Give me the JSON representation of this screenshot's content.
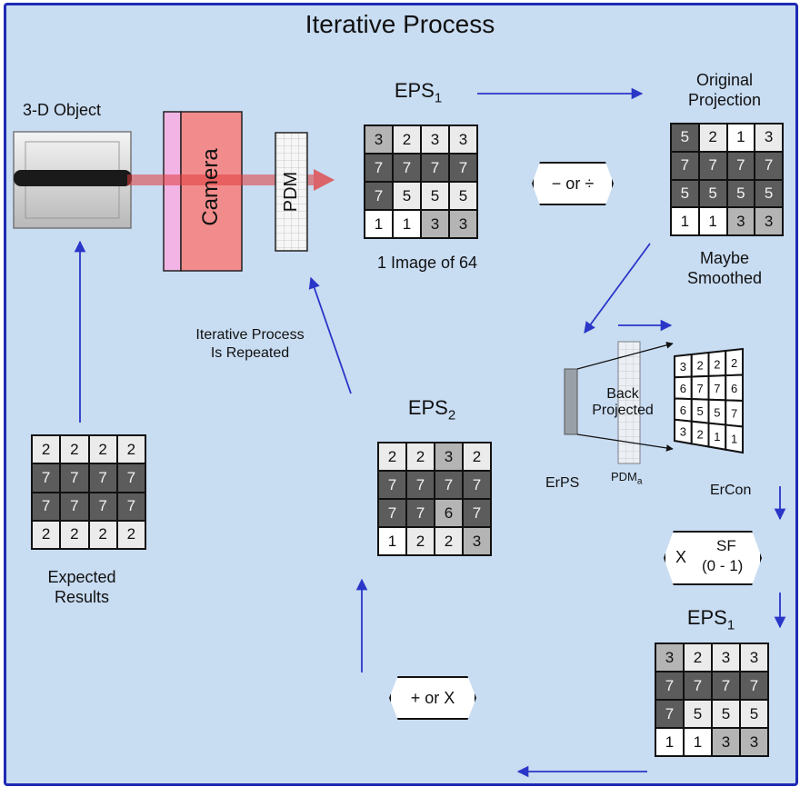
{
  "title": "Iterative Process",
  "labels": {
    "object": "3-D Object",
    "camera": "Camera",
    "pdm": "PDM",
    "eps_top": "EPS",
    "eps_top_sub": "1",
    "image_count": "1 Image of 64",
    "original_line1": "Original",
    "original_line2": "Projection",
    "maybe_line1": "Maybe",
    "maybe_line2": "Smoothed",
    "op_subtract_divide": "− or ÷",
    "repeat_line1": "Iterative Process",
    "repeat_line2": "Is Repeated",
    "eps_mid": "EPS",
    "eps_mid_sub": "2",
    "back_line1": "Back",
    "back_line2": "Projected",
    "erps": "ErPS",
    "pdma": "PDM",
    "pdma_sub": "a",
    "ercon": "ErCon",
    "op_multiply_x": "X",
    "op_multiply_sf": "SF",
    "op_multiply_range": "(0 - 1)",
    "eps_bottom": "EPS",
    "eps_bottom_sub": "1",
    "op_add_multiply": "+ or X",
    "expected_line1": "Expected",
    "expected_line2": "Results"
  },
  "grids": {
    "eps1_top": {
      "values": [
        "3",
        "2",
        "3",
        "3",
        "7",
        "7",
        "7",
        "7",
        "7",
        "5",
        "5",
        "5",
        "1",
        "1",
        "3",
        "3"
      ],
      "shades": [
        "mid",
        "light",
        "light",
        "light",
        "dark",
        "dark",
        "dark",
        "dark",
        "dark",
        "light",
        "light",
        "light",
        "white",
        "white",
        "mid",
        "mid"
      ]
    },
    "original": {
      "values": [
        "5",
        "2",
        "1",
        "3",
        "7",
        "7",
        "7",
        "7",
        "5",
        "5",
        "5",
        "5",
        "1",
        "1",
        "3",
        "3"
      ],
      "shades": [
        "dark",
        "light",
        "white",
        "light",
        "dark",
        "dark",
        "dark",
        "dark",
        "dark",
        "dark",
        "dark",
        "dark",
        "white",
        "white",
        "mid",
        "mid"
      ]
    },
    "eps2": {
      "values": [
        "2",
        "2",
        "3",
        "2",
        "7",
        "7",
        "7",
        "7",
        "7",
        "7",
        "6",
        "7",
        "1",
        "2",
        "2",
        "3"
      ],
      "shades": [
        "light",
        "light",
        "mid",
        "light",
        "dark",
        "dark",
        "dark",
        "dark",
        "dark",
        "dark",
        "mid",
        "dark",
        "white",
        "light",
        "light",
        "mid"
      ]
    },
    "eps1_bottom": {
      "values": [
        "3",
        "2",
        "3",
        "3",
        "7",
        "7",
        "7",
        "7",
        "7",
        "5",
        "5",
        "5",
        "1",
        "1",
        "3",
        "3"
      ],
      "shades": [
        "mid",
        "light",
        "light",
        "light",
        "dark",
        "dark",
        "dark",
        "dark",
        "dark",
        "light",
        "light",
        "light",
        "white",
        "white",
        "mid",
        "mid"
      ]
    },
    "expected": {
      "values": [
        "2",
        "2",
        "2",
        "2",
        "7",
        "7",
        "7",
        "7",
        "7",
        "7",
        "7",
        "7",
        "2",
        "2",
        "2",
        "2"
      ],
      "shades": [
        "light",
        "light",
        "light",
        "light",
        "dark",
        "dark",
        "dark",
        "dark",
        "dark",
        "dark",
        "dark",
        "dark",
        "light",
        "light",
        "light",
        "light"
      ]
    },
    "ercon": {
      "values": [
        "3",
        "2",
        "2",
        "2",
        "6",
        "7",
        "7",
        "6",
        "6",
        "5",
        "5",
        "7",
        "3",
        "2",
        "1",
        "1"
      ]
    }
  },
  "colors": {
    "background": "#c8dcf2",
    "frame": "#1e2ab4",
    "arrow": "#2a36c8",
    "camera": "#f28c8c",
    "beam": "#e03c3c"
  }
}
